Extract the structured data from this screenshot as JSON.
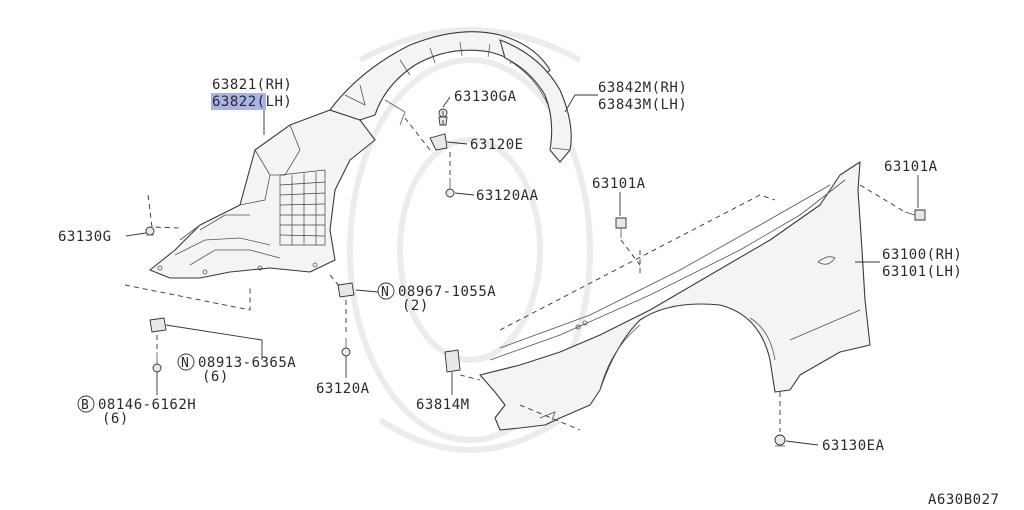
{
  "diagram_code": "A630B027",
  "labels": {
    "p63821": "63821(RH)",
    "p63822": "63822(LH)",
    "p63822_num": "63822",
    "p63842m": "63842M(RH)",
    "p63843m": "63843M(LH)",
    "p63130ga": "63130GA",
    "p63120e": "63120E",
    "p63120aa": "63120AA",
    "p63101a_top": "63101A",
    "p63101a_mid": "63101A",
    "p63100": "63100(RH)",
    "p63101": "63101(LH)",
    "p63130g": "63130G",
    "p08967": "08967-1055A",
    "p08967_qty": "(2)",
    "p08913": "08913-6365A",
    "p08913_qty": "(6)",
    "p08146": "08146-6162H",
    "p08146_qty": "(6)",
    "p63120a": "63120A",
    "p63814m": "63814M",
    "p63130ea": "63130EA",
    "badge_n1": "N",
    "badge_n2": "N",
    "badge_b": "B"
  },
  "highlight_color": "#a9b3e6"
}
